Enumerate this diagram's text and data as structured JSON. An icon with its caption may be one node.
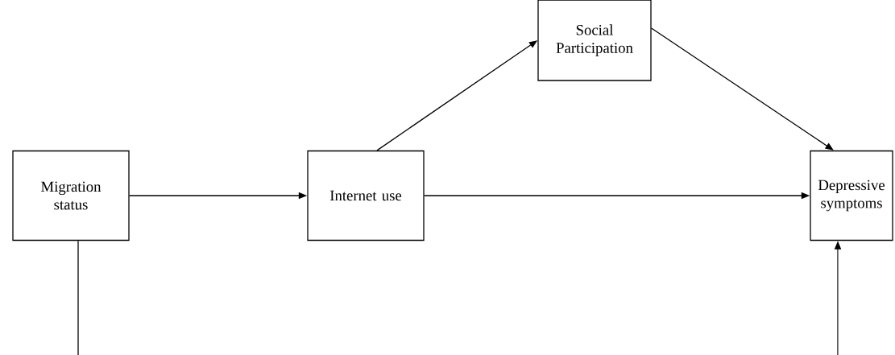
{
  "diagram": {
    "nodes": [
      {
        "text": [
          "Migration status"
        ]
      },
      {
        "text": [
          "Internet use"
        ]
      },
      {
        "text": [
          "Social Participation"
        ]
      },
      {
        "text": [
          "Depressive symptoms"
        ]
      }
    ],
    "edges": [
      {
        "from": 0,
        "to": 1,
        "arrow": "to"
      },
      {
        "from": 1,
        "to": 2,
        "arrow": "to"
      },
      {
        "from": 2,
        "to": 3,
        "arrow": "to"
      },
      {
        "from": 1,
        "to": 3,
        "arrow": "to"
      },
      {
        "from": 0,
        "to": null,
        "arrow": "none"
      },
      {
        "from": null,
        "to": 3,
        "arrow": "to"
      }
    ]
  }
}
